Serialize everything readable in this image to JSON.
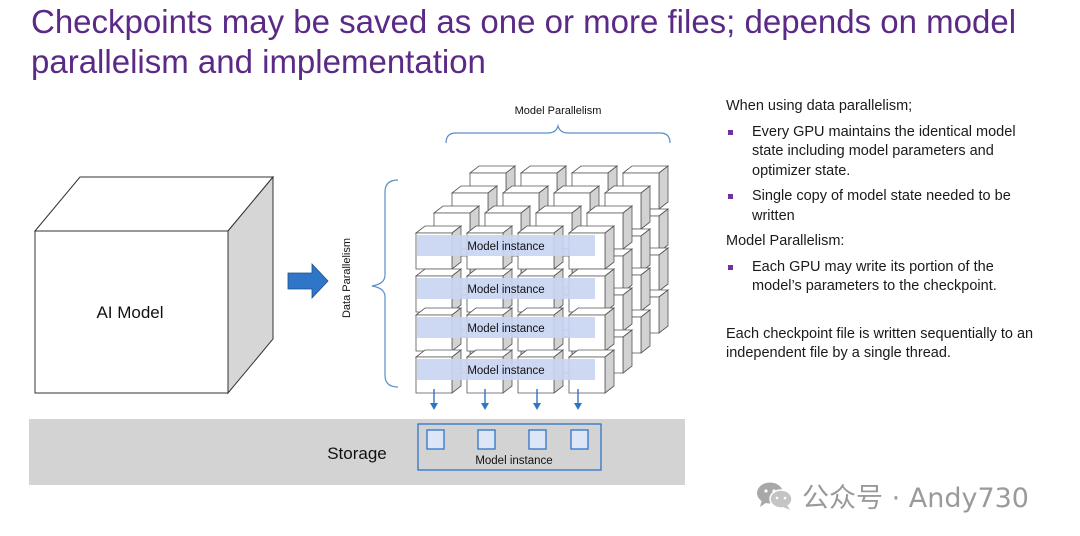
{
  "title": "Checkpoints may be saved as one or more files; depends on model parallelism and implementation",
  "diagram": {
    "ai_model_label": "AI Model",
    "model_parallelism_label": "Model Parallelism",
    "data_parallelism_label": "Data  Parallelism",
    "instance_labels": [
      "Model instance",
      "Model instance",
      "Model instance",
      "Model instance"
    ],
    "storage_label": "Storage",
    "storage_instance_label": "Model instance"
  },
  "right_panel": {
    "data_heading": "When using data parallelism;",
    "data_bullets": [
      "Every GPU maintains the identical model state including model parameters and optimizer state.",
      "Single copy of model state needed to be written"
    ],
    "model_heading": "Model Parallelism:",
    "model_bullets": [
      "Each GPU may write its portion of the model’s parameters to the checkpoint."
    ],
    "final_note": "Each checkpoint file is written sequentially to an independent file by a single thread."
  },
  "watermark": "公众号 · Andy730",
  "colors": {
    "title": "#5b2a86",
    "bullet": "#7030a0",
    "arrow": "#2f75c8",
    "instance_band": "#c9d5f2",
    "storage_band": "#d3d3d3"
  }
}
